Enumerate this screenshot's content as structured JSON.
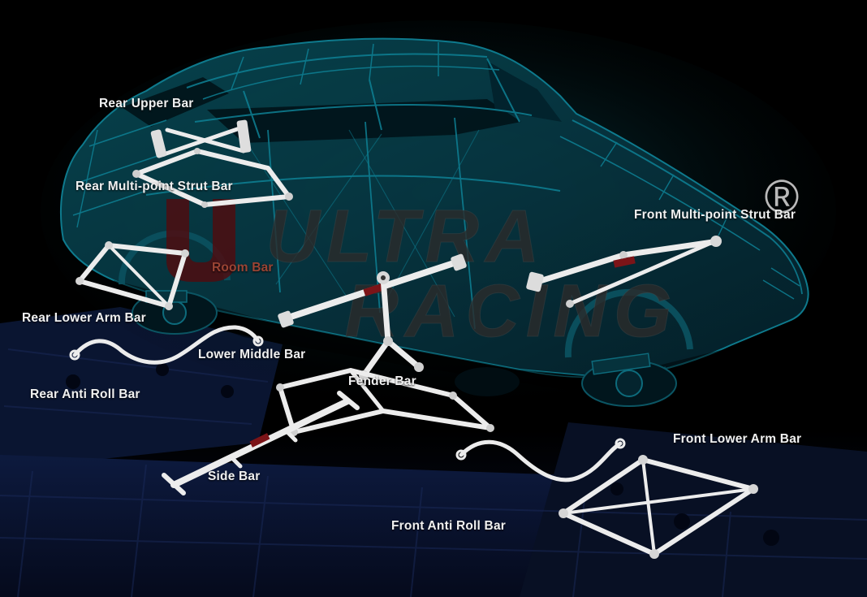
{
  "scene": {
    "labels": {
      "rear_upper_bar": "Rear Upper Bar",
      "rear_multipoint_strut_bar": "Rear Multi-point Strut Bar",
      "front_multipoint_strut_bar": "Front Multi-point Strut Bar",
      "room_bar": "Room Bar",
      "rear_lower_arm_bar": "Rear Lower Arm Bar",
      "lower_middle_bar": "Lower Middle Bar",
      "fender_bar": "Fender Bar",
      "rear_anti_roll_bar": "Rear Anti Roll Bar",
      "side_bar": "Side Bar",
      "front_anti_roll_bar": "Front Anti Roll Bar",
      "front_lower_arm_bar": "Front Lower Arm Bar"
    },
    "watermark": {
      "line1": "ULTRA",
      "line2": "RACING",
      "registered_mark": "®"
    },
    "colors": {
      "background": "#000000",
      "label_text": "#f0f0f0",
      "room_bar_label": "#9b4434",
      "chassis_teal": "#0e8195",
      "bar_white": "#ececec",
      "platform_navy": "#0b1634",
      "watermark_gray": "#2b2b2b",
      "logo_red": "#4d0d10"
    }
  }
}
